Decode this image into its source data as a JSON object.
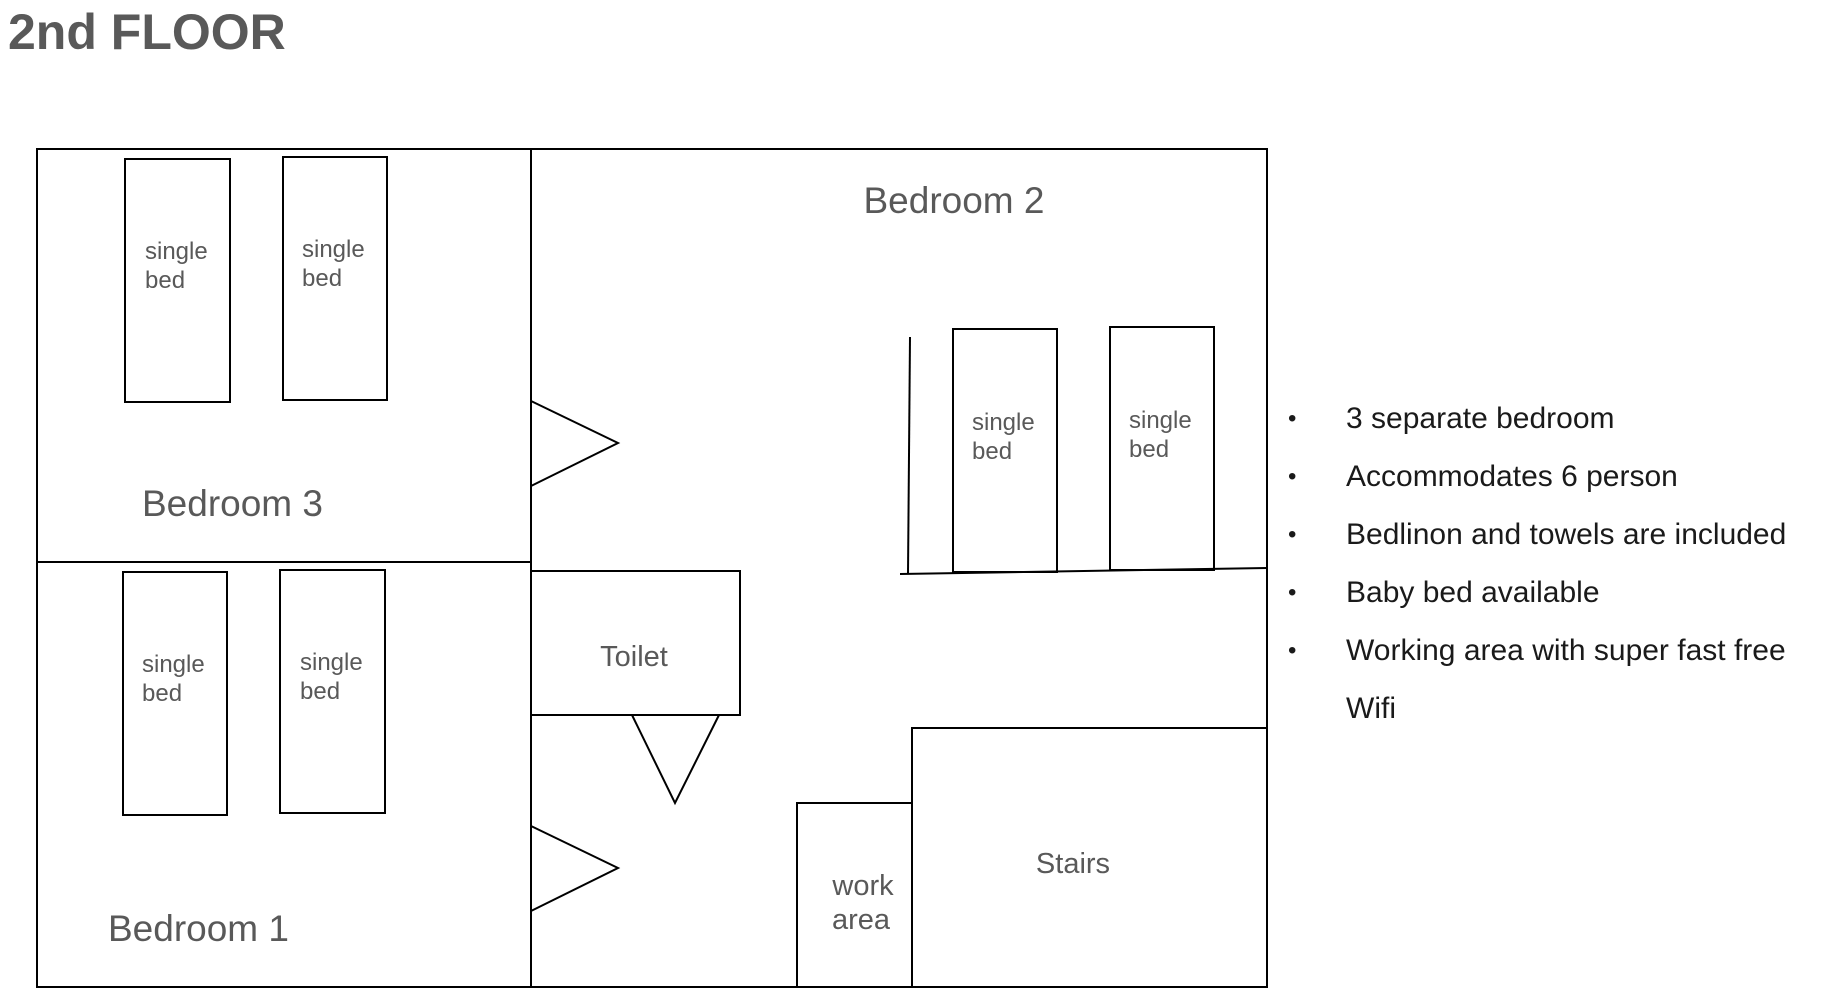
{
  "title": "2nd FLOOR",
  "rooms": {
    "bedroom_1": "Bedroom 1",
    "bedroom_2": "Bedroom 2",
    "bedroom_3": "Bedroom 3",
    "toilet": "Toilet",
    "work_area": [
      "work",
      "area"
    ],
    "stairs": "Stairs"
  },
  "bed_label": [
    "single",
    "bed"
  ],
  "features": [
    "3 separate bedroom",
    "Accommodates 6 person",
    "Bedlinon and towels are included",
    "Baby bed available",
    "Working area with super fast free Wifi"
  ],
  "colors": {
    "line": "#000000",
    "label_text": "#595959",
    "list_text": "#1a1a1a"
  }
}
